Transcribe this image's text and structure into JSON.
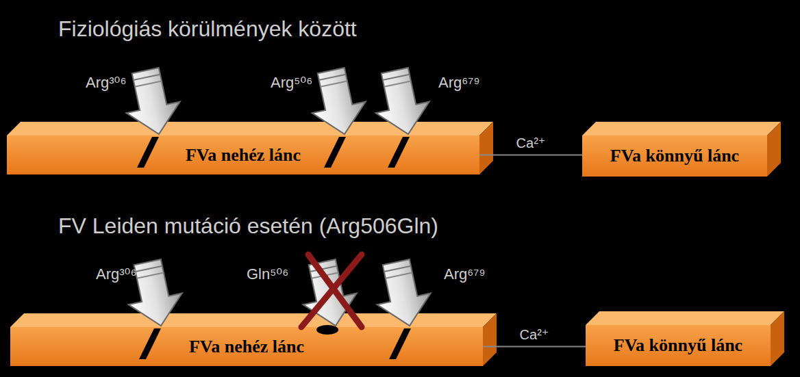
{
  "diagram": {
    "title": "Fiziológiás körülmények között",
    "nodes": [
      {
        "text": [
          "FVa nehéz lánc"
        ]
      },
      {
        "text": [
          "FVa könnyű lánc"
        ]
      },
      {
        "text": [
          "FVa nehéz lánc"
        ]
      },
      {
        "text": [
          "FVa könnyű lánc"
        ]
      }
    ],
    "edges": [
      {
        "from": 0,
        "to": 1,
        "label": "Ca²⁺",
        "arrow": "none"
      },
      {
        "from": 2,
        "to": 3,
        "label": "Ca²⁺",
        "arrow": "none"
      }
    ],
    "labels": [
      "Arg³⁰⁶",
      "Arg⁵⁰⁶",
      "Arg⁶⁷⁹",
      "FV Leiden mutáció esetén (Arg506Gln)",
      "Arg³⁰⁶",
      "Gln⁵⁰⁶",
      "Arg⁶⁷⁹"
    ]
  }
}
